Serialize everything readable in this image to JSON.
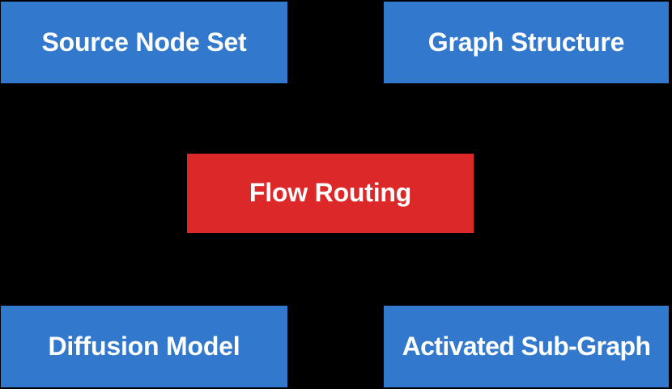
{
  "diagram": {
    "background_color": "#000000",
    "palette": {
      "input_node": "#3279ce",
      "process_node": "#dc2828",
      "label_text": "#ffffff"
    },
    "nodes": [
      {
        "id": "source-node-set",
        "label": "Source Node Set",
        "role": "input",
        "color": "#3279ce",
        "position": "top-left"
      },
      {
        "id": "graph-structure",
        "label": "Graph Structure",
        "role": "input",
        "color": "#3279ce",
        "position": "top-right"
      },
      {
        "id": "flow-routing",
        "label": "Flow Routing",
        "role": "process",
        "color": "#dc2828",
        "position": "center"
      },
      {
        "id": "diffusion-model",
        "label": "Diffusion Model",
        "role": "input",
        "color": "#3279ce",
        "position": "bottom-left"
      },
      {
        "id": "activated-sub-graph",
        "label": "Activated Sub-Graph",
        "role": "output",
        "color": "#3279ce",
        "position": "bottom-right"
      }
    ]
  }
}
